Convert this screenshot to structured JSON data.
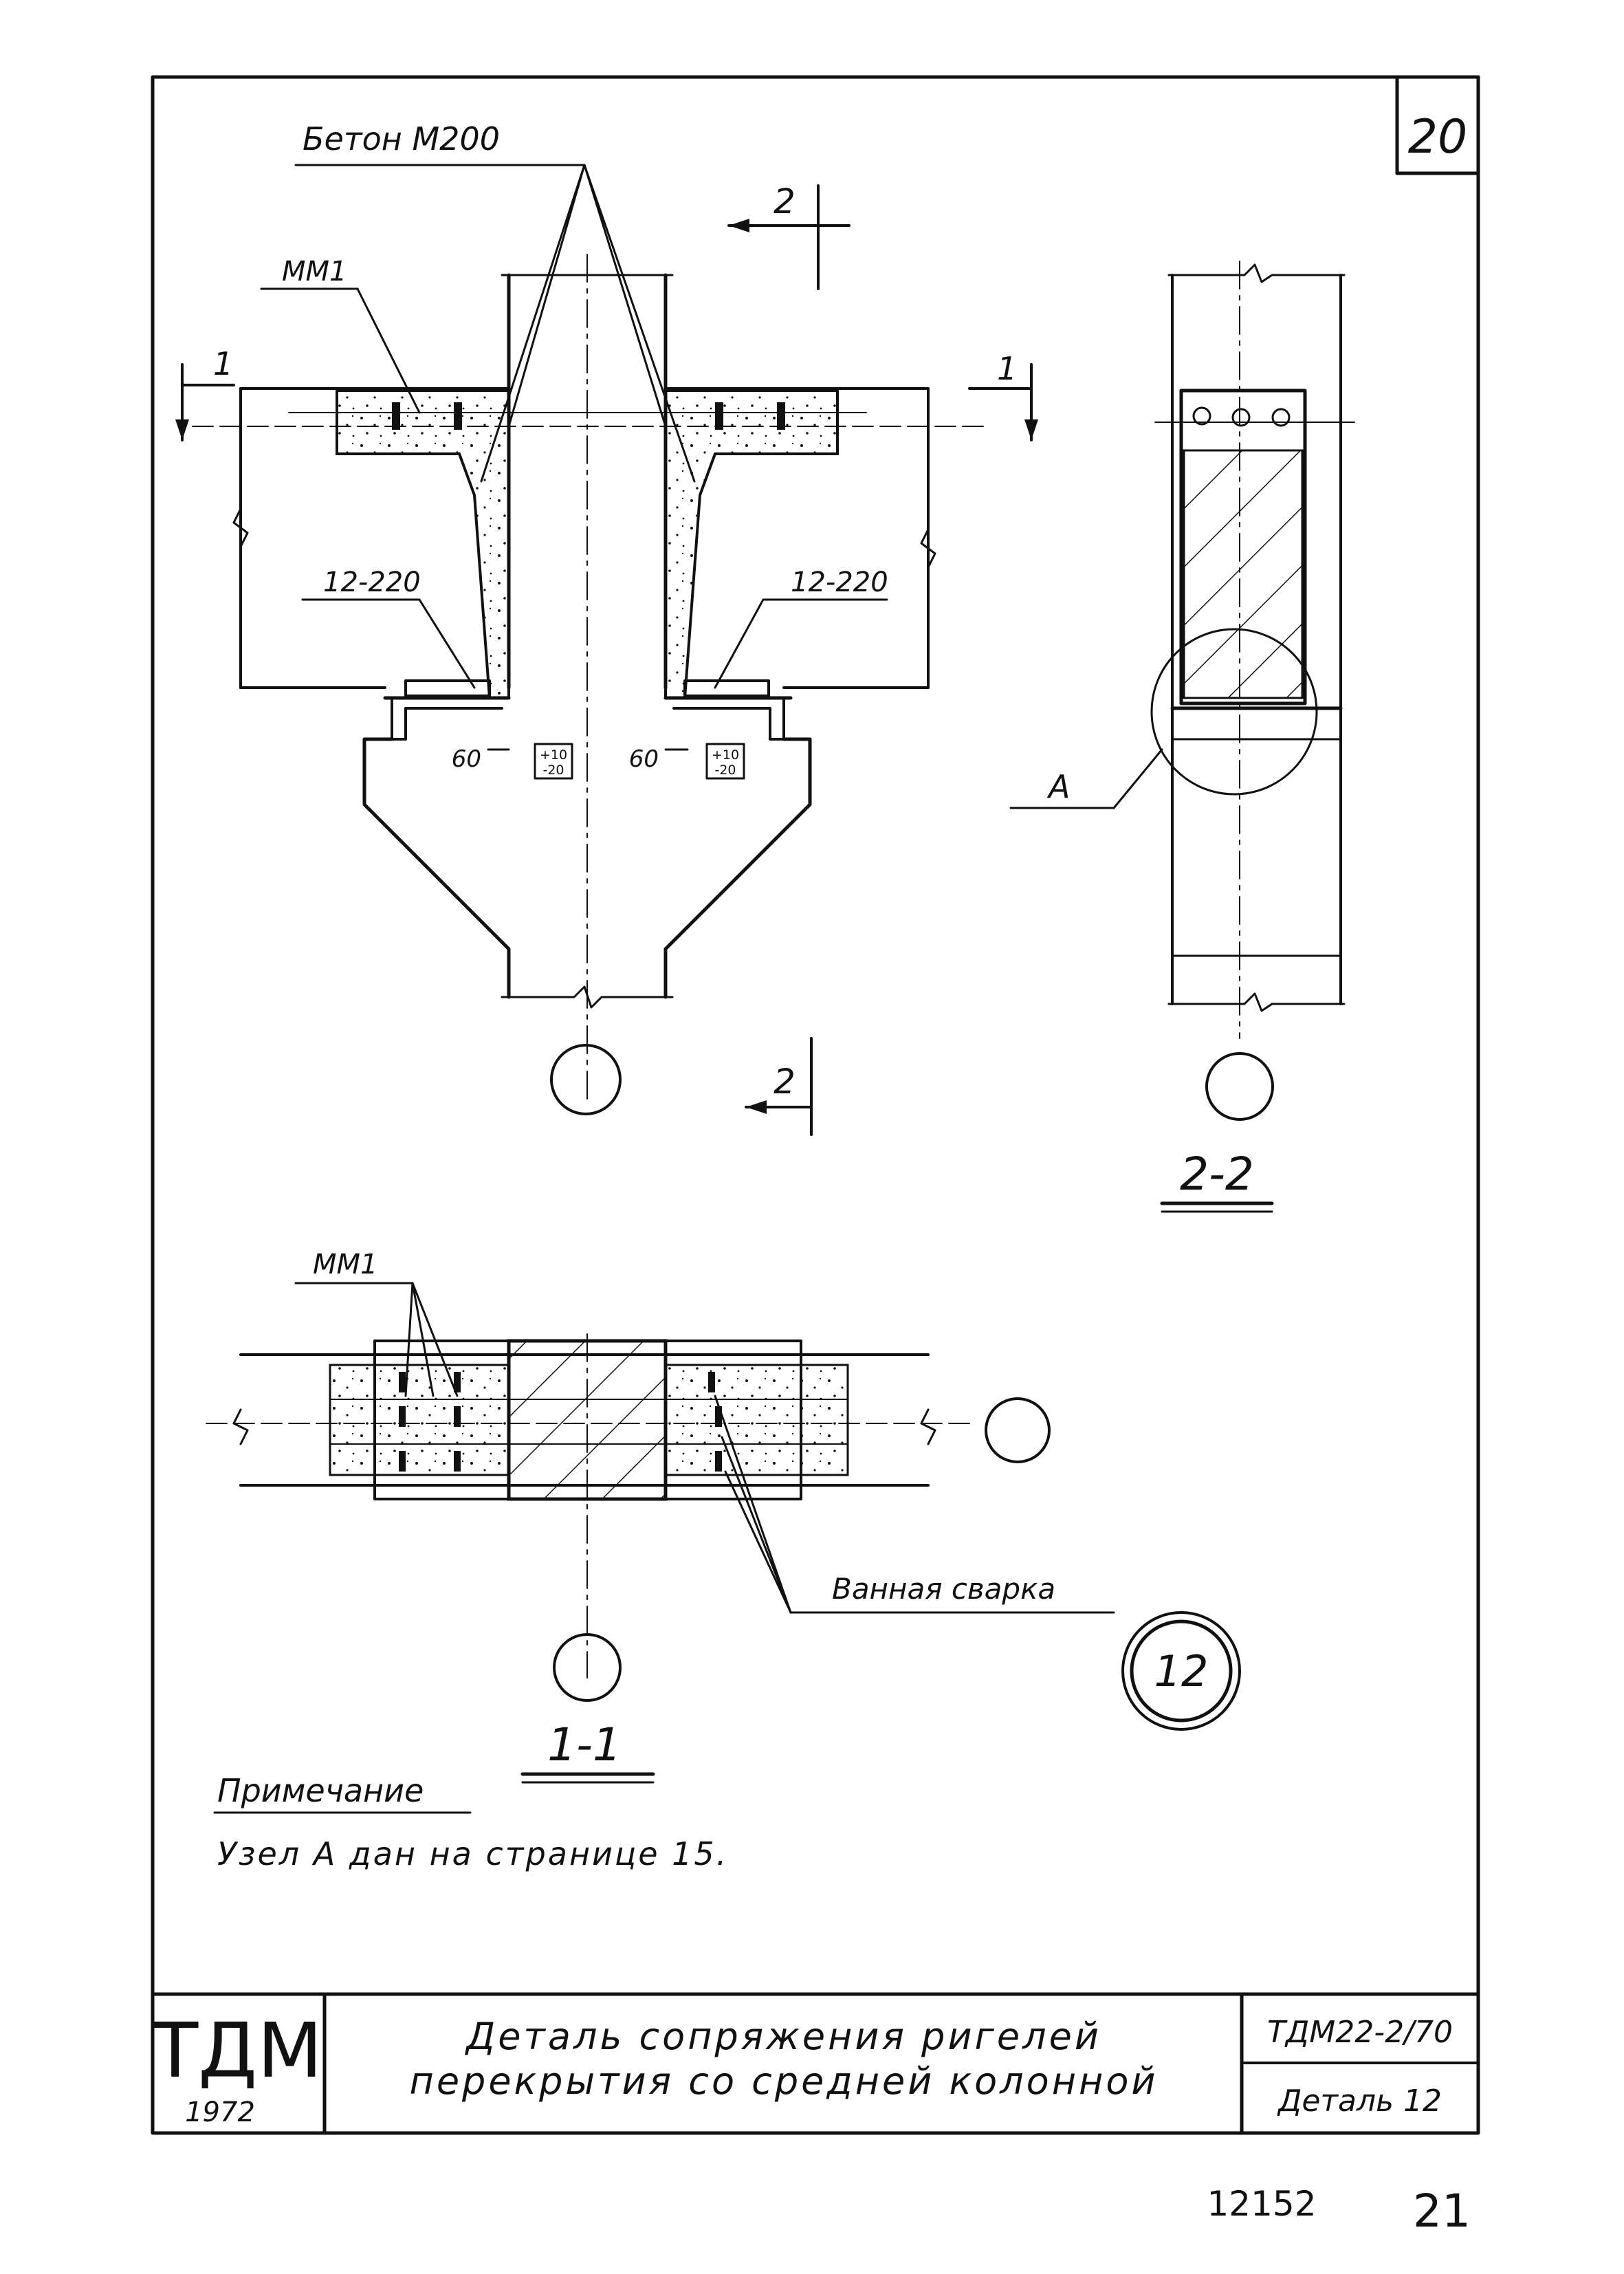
{
  "sheet": {
    "page_number": "20",
    "footer_left": "12152",
    "footer_right": "21"
  },
  "labels": {
    "concrete": "Бетон М200",
    "mesh_top": "ММ1",
    "mesh_plan": "ММ1",
    "weld_left": "12-220",
    "weld_right": "12-220",
    "gap_left": "60",
    "gap_right": "60",
    "tol_left_top": "+10",
    "tol_left_bot": "-20",
    "tol_right_top": "+10",
    "tol_right_bot": "-20",
    "node": "А",
    "bath_weld": "Ванная сварка",
    "cut1_left": "1",
    "cut1_right": "1",
    "cut2_top": "2",
    "cut2_bottom": "2"
  },
  "sections": {
    "section_2_2": "2-2",
    "section_1_1": "1-1"
  },
  "detail_number": "12",
  "note": {
    "title": "Примечание",
    "text": "Узел А дан на странице 15."
  },
  "title_block": {
    "org": "ТДМ",
    "year": "1972",
    "title_line1": "Деталь сопряжения ригелей",
    "title_line2": "перекрытия со средней колонной",
    "doc_code": "ТДМ22-2/70",
    "sheet_name": "Деталь 12"
  }
}
